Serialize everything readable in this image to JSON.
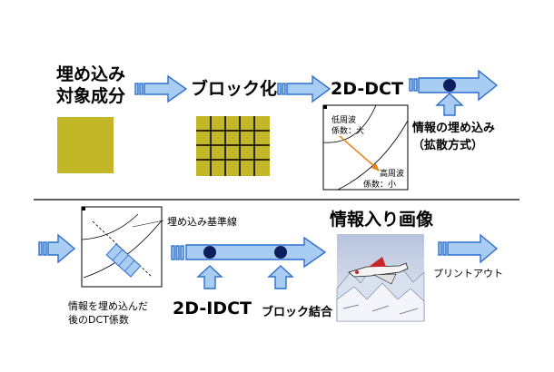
{
  "colors": {
    "arrow_fill": "#a9cdf2",
    "arrow_stroke": "#2e6fcb",
    "block": "#c2b827",
    "grid_line": "#000000",
    "orange_arrow": "#e8841a",
    "dot": "#0d1e5c"
  },
  "labels": {
    "embed_target_line1": "埋め込み",
    "embed_target_line2": "対象成分",
    "blocking": "ブロック化",
    "dct": "2D-DCT",
    "info_embed_line1": "情報の埋め込み",
    "info_embed_line2": "（拡散方式）",
    "low_freq_line1": "低周波",
    "low_freq_line2": "係数：大",
    "high_freq_line1": "高周波",
    "high_freq_line2": "係数：小",
    "baseline": "埋め込み基準線",
    "coef_after_line1": "情報を埋め込んだ",
    "coef_after_line2": "後のDCT係数",
    "idct": "2D-IDCT",
    "block_join": "ブロック結合",
    "info_image": "情報入り画像",
    "print_out": "プリントアウト"
  }
}
